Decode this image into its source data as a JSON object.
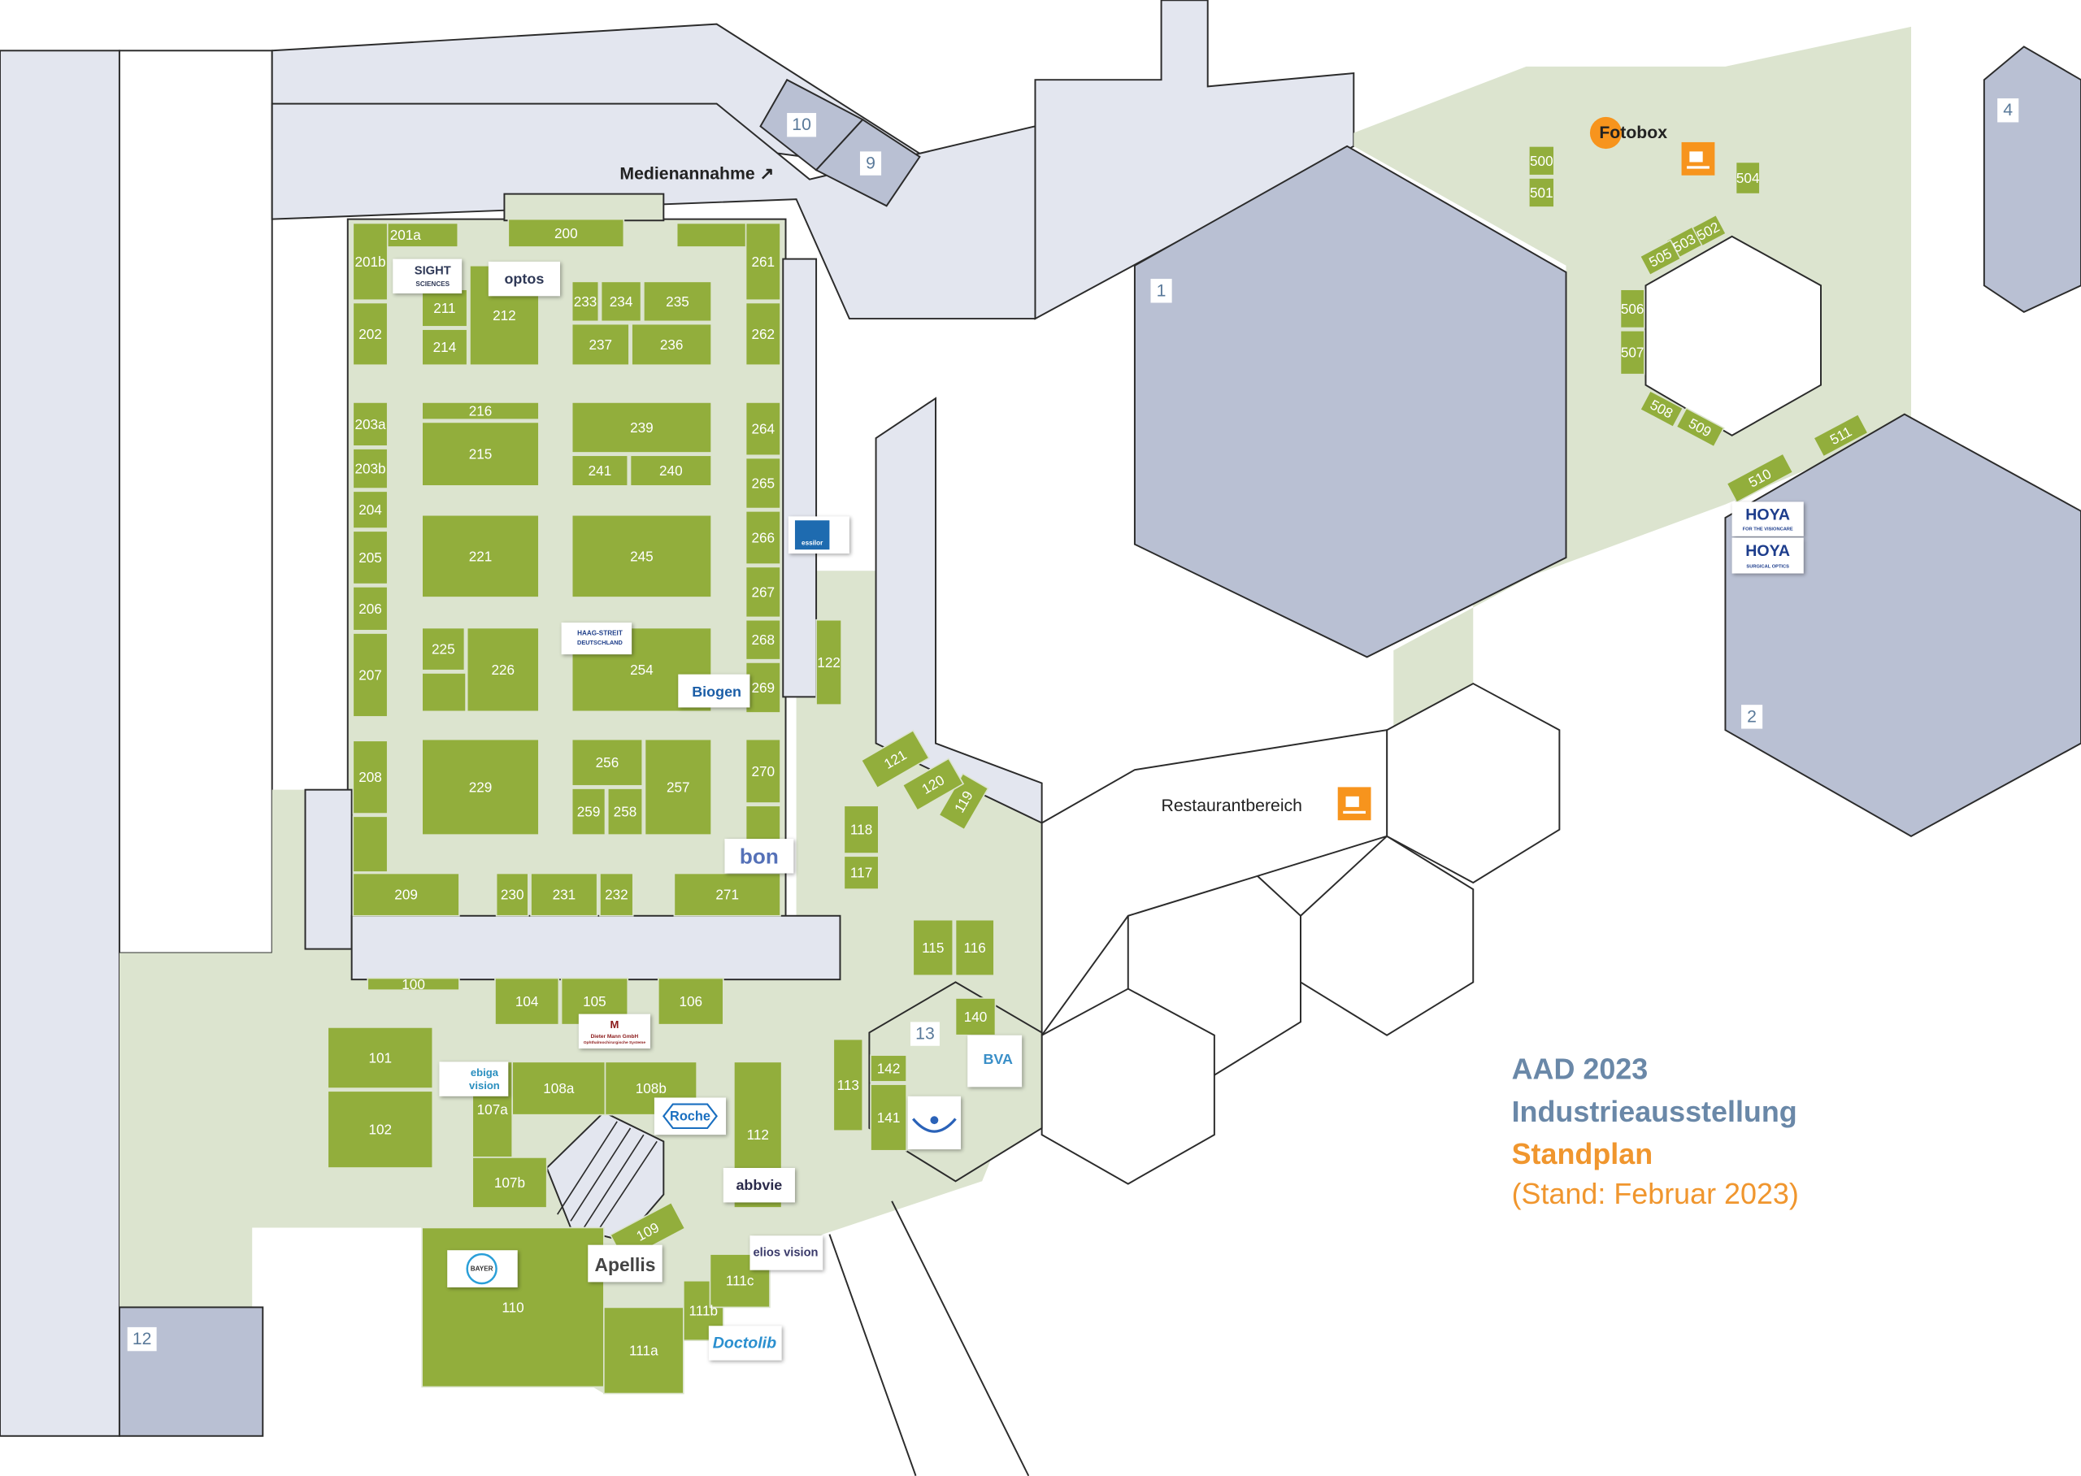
{
  "title": {
    "line1": "AAD 2023",
    "line2": "Industrieausstellung",
    "line3": "Standplan",
    "line4": "(Stand: Februar 2023)",
    "color_blue": "#6a88a8",
    "color_orange": "#f0962e"
  },
  "labels": {
    "media": "Medienannahme ↗",
    "fotobox": "Fotobox",
    "restaurant": "Restaurantbereich"
  },
  "rooms": [
    "1",
    "2",
    "4",
    "9",
    "10",
    "12",
    "13"
  ],
  "booths": [
    "201a",
    "200",
    "",
    "201b",
    "202",
    "211",
    "214",
    "212",
    "233",
    "234",
    "235",
    "237",
    "236",
    "261",
    "262",
    "203a",
    "203b",
    "204",
    "205",
    "206",
    "207",
    "208",
    "209",
    "",
    "216",
    "215",
    "239",
    "241",
    "240",
    "221",
    "245",
    "225",
    "226",
    "",
    "254",
    "229",
    "256",
    "259",
    "258",
    "257",
    "264",
    "265",
    "266",
    "267",
    "268",
    "269",
    "270",
    "271",
    "",
    "230",
    "231",
    "232",
    "100",
    "104",
    "105",
    "106",
    "101",
    "102",
    "107a",
    "108a",
    "108b",
    "107b",
    "112",
    "109",
    "110",
    "111a",
    "111b",
    "111c",
    "113",
    "115",
    "116",
    "117",
    "118",
    "119",
    "120",
    "121",
    "122",
    "140",
    "142",
    "141",
    "500",
    "501",
    "504",
    "502",
    "503",
    "505",
    "506",
    "507",
    "508",
    "509",
    "510",
    "511"
  ],
  "logos": {
    "sight": [
      "SIGHT",
      "SCIENCES"
    ],
    "optos": "optos",
    "essilor": "essilor",
    "haag": [
      "HAAG-STREIT",
      "DEUTSCHLAND"
    ],
    "biogen": "Biogen",
    "bon": "bon",
    "dieter": [
      "Dieter Mann GmbH",
      "Ophthalmochirurgische Systeme"
    ],
    "ebiga": [
      "ebiga",
      "vision"
    ],
    "roche": "Roche",
    "abbvie": "abbvie",
    "apellis": "Apellis",
    "bayer": "BAYER",
    "elios": "elios vision",
    "doctolib": "Doctolib",
    "bva": "BVA",
    "hoya1": [
      "HOYA",
      "FOR THE VISIONCARE"
    ],
    "hoya2": [
      "HOYA",
      "SURGICAL OPTICS"
    ]
  },
  "colors": {
    "booth": "#92ae3c",
    "floor": "#dce4cf",
    "corridor": "#e3e6ef",
    "room": "#b9c0d3",
    "accent": "#f7941d"
  }
}
